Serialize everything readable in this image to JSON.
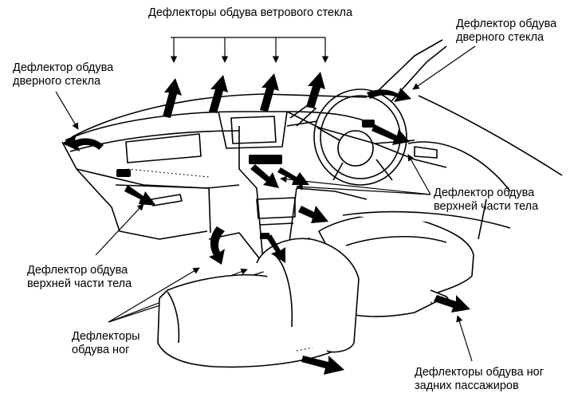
{
  "labels": {
    "windshield": "Дефлекторы обдува ветрового стекла",
    "door_glass_right": [
      "Дефлектор обдува",
      "дверного стекла"
    ],
    "door_glass_left": [
      "Дефлектор обдува",
      "дверного стекла"
    ],
    "upper_body_right": [
      "Дефлектор обдува",
      "верхней части тела"
    ],
    "upper_body_left": [
      "Дефлектор обдува",
      "верхней части тела"
    ],
    "foot": [
      "Дефлекторы",
      "обдува ног"
    ],
    "rear_foot": [
      "Дефлекторы обдува ног",
      "задних пассажиров"
    ]
  },
  "colors": {
    "ink": "#000000",
    "paper": "#ffffff"
  },
  "icons": [
    "airflow-arrow",
    "leader-line"
  ]
}
